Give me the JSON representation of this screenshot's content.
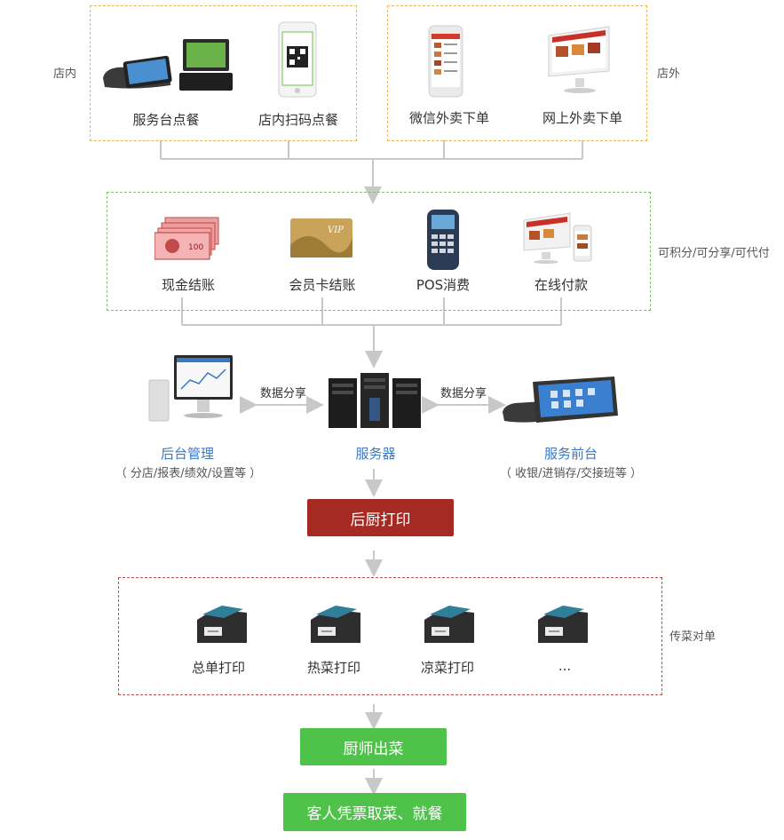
{
  "colors": {
    "orange_border": "#f0b45a",
    "green_border": "#7cc46b",
    "red_border": "#c0504d",
    "line": "#c8c8c8",
    "blue_text": "#3a78c3",
    "kitchen_print_bg": "#a52a24",
    "green_button_bg": "#4fc24a"
  },
  "ordering": {
    "in_store_label": "店内",
    "out_store_label": "店外",
    "items": [
      {
        "label": "服务台点餐",
        "icon": "pos-terminal-icon"
      },
      {
        "label": "店内扫码点餐",
        "icon": "qr-phone-icon"
      },
      {
        "label": "微信外卖下单",
        "icon": "mobile-app-icon"
      },
      {
        "label": "网上外卖下单",
        "icon": "desktop-monitor-icon"
      }
    ]
  },
  "payment": {
    "side_label": "可积分/可分享/可代付",
    "items": [
      {
        "label": "现金结账",
        "icon": "cash-icon"
      },
      {
        "label": "会员卡结账",
        "icon": "vip-card-icon"
      },
      {
        "label": "POS消费",
        "icon": "pos-machine-icon"
      },
      {
        "label": "在线付款",
        "icon": "online-devices-icon"
      }
    ]
  },
  "system": {
    "backend": {
      "title": "后台管理",
      "subtitle": "（ 分店/报表/绩效/设置等 ）",
      "icon": "backend-computer-icon"
    },
    "server": {
      "title": "服务器",
      "icon": "server-rack-icon"
    },
    "frontdesk": {
      "title": "服务前台",
      "subtitle": "（ 收银/进销存/交接班等 ）",
      "icon": "front-desk-terminal-icon"
    },
    "share_left": "数据分享",
    "share_right": "数据分享"
  },
  "kitchen_print": "后厨打印",
  "printers": {
    "side_label": "传菜对单",
    "items": [
      {
        "label": "总单打印",
        "icon": "printer-icon"
      },
      {
        "label": "热菜打印",
        "icon": "printer-icon"
      },
      {
        "label": "凉菜打印",
        "icon": "printer-icon"
      },
      {
        "label": "...",
        "icon": "printer-icon"
      }
    ]
  },
  "chef_serve": "厨师出菜",
  "guest_pickup": "客人凭票取菜、就餐"
}
